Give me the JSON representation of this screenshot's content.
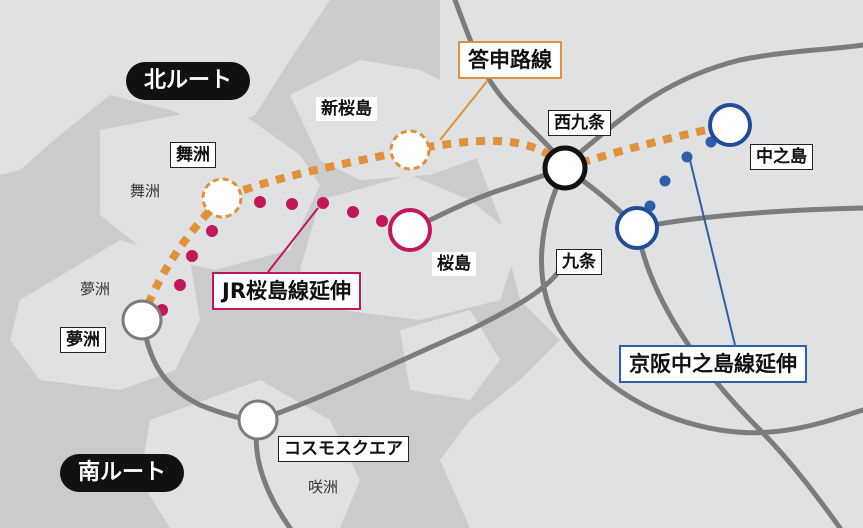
{
  "colors": {
    "water": "#c9cbcd",
    "land": "#e0e1e2",
    "rail": "#7a7c7e",
    "kotojiro": "#e0913a",
    "jr": "#c2185b",
    "keihan": "#2f5fa8",
    "station_border": "#1f4e96"
  },
  "routes": {
    "north": "北ルート",
    "south": "南ルート"
  },
  "callouts": {
    "kotojiro": "答申路線",
    "jr": "JR桜島線延伸",
    "keihan": "京阪中之島線延伸"
  },
  "stations": {
    "shin_sakurajima": "新桜島",
    "nishikujo": "西九条",
    "maishima_boxed": "舞洲",
    "nakanoshima": "中之島",
    "sakurajima": "桜島",
    "kujo": "九条",
    "yumeshima_boxed": "夢洲",
    "cosmo_square": "コスモスクエア"
  },
  "areas": {
    "maishima": "舞洲",
    "yumeshima": "夢洲",
    "sakishima": "咲洲"
  }
}
